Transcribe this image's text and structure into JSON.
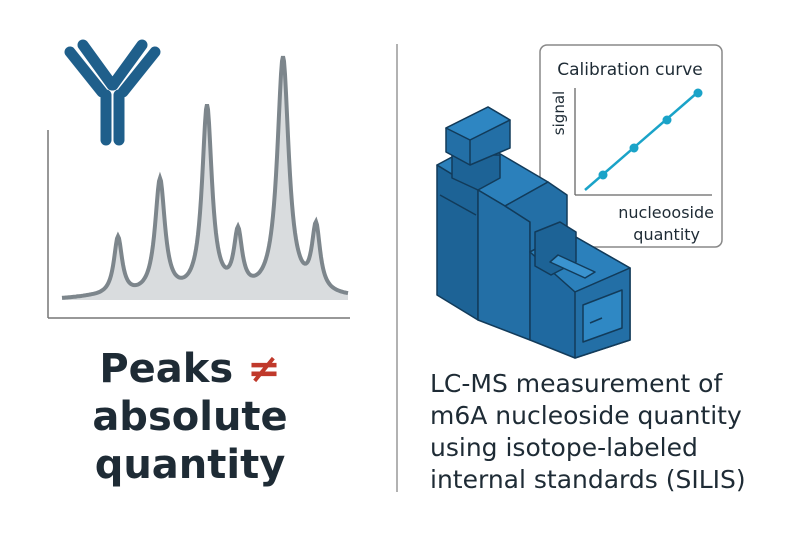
{
  "left": {
    "headline_line1": "Peaks",
    "not_equal_symbol": "≠",
    "headline_line2": "absolute",
    "headline_line3": "quantity"
  },
  "right": {
    "description_lines": [
      "LC-MS measurement of",
      "m6A nucleoside quantity",
      "using isotope-labeled",
      "internal standards (SILIS)"
    ]
  },
  "calibration_inset": {
    "title": "Calibration curve",
    "ylabel": "signal",
    "xlabel_line1": "nucleooside",
    "xlabel_line2": "quantity"
  },
  "icons": [
    "antibody-icon",
    "chromatogram-peaks",
    "lc-ms-instrument-icon"
  ],
  "colors": {
    "antibody": "#1f5f8b",
    "instrument": "#2272a8",
    "calibration_line": "#1aa3c8",
    "not_equal": "#c0392b",
    "text": "#1e2b35"
  }
}
